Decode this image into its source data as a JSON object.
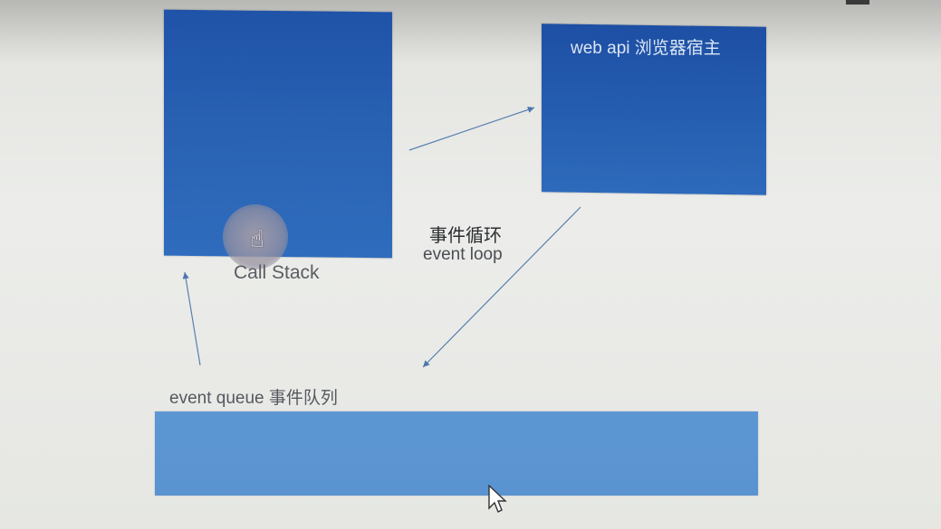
{
  "diagram": {
    "call_stack": {
      "label": "Call Stack"
    },
    "web_api": {
      "title": "web api 浏览器宿主"
    },
    "event_loop": {
      "label_cn": "事件循环",
      "label_en": "event loop"
    },
    "event_queue": {
      "label": "event queue 事件队列"
    },
    "colors": {
      "box_dark_blue": "#2259ab",
      "queue_light_blue": "#5b95d1",
      "arrow": "#5a7fb0"
    },
    "icons": [
      "hand-pointer-cursor-icon",
      "arrow-cursor-icon"
    ]
  }
}
